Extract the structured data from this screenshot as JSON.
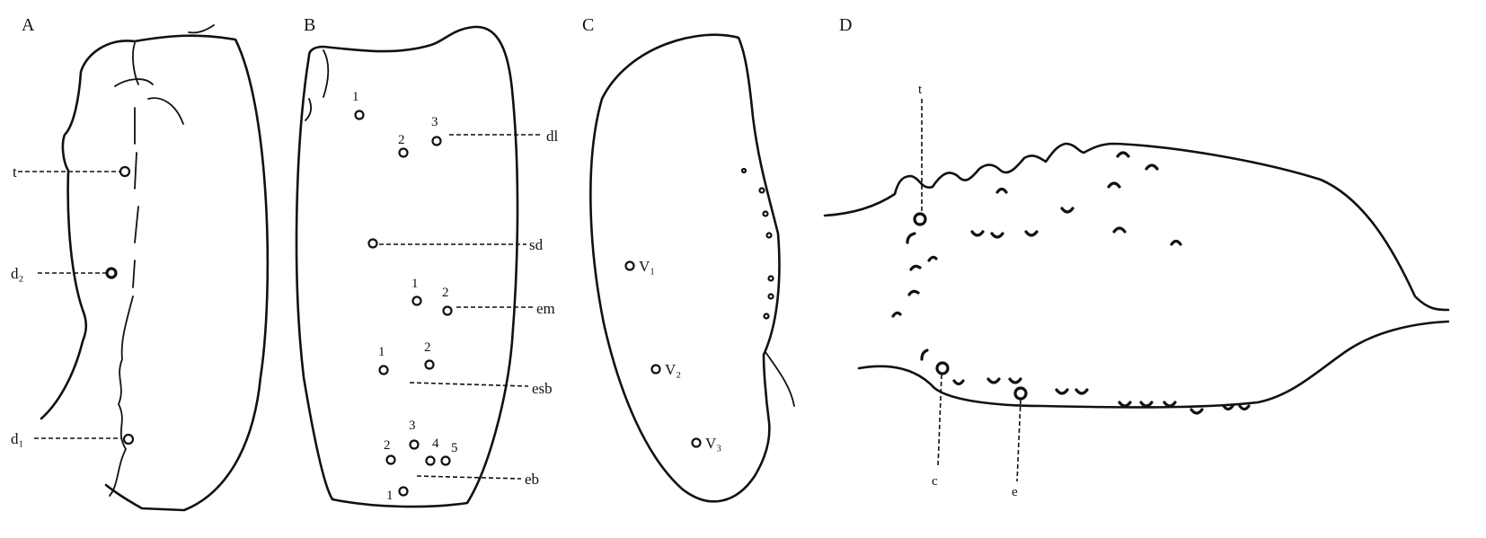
{
  "figure": {
    "panels": [
      {
        "letter": "A",
        "labels": {
          "t": "t",
          "d2": "d₂",
          "d1": "d₁"
        }
      },
      {
        "letter": "B",
        "labels": {
          "dl": "dl",
          "sd": "sd",
          "em": "em",
          "esb": "esb",
          "eb": "eb",
          "dl_1": "1",
          "dl_2": "2",
          "dl_3": "3",
          "em_1": "1",
          "em_2": "2",
          "esb_1": "1",
          "esb_2": "2",
          "eb_1": "1",
          "eb_2": "2",
          "eb_3": "3",
          "eb_4": "4",
          "eb_5": "5"
        }
      },
      {
        "letter": "C",
        "labels": {
          "v1": "V₁",
          "v2": "V₂",
          "v3": "V₃"
        }
      },
      {
        "letter": "D",
        "labels": {
          "top": "t",
          "c": "c",
          "e": "e"
        }
      }
    ]
  }
}
